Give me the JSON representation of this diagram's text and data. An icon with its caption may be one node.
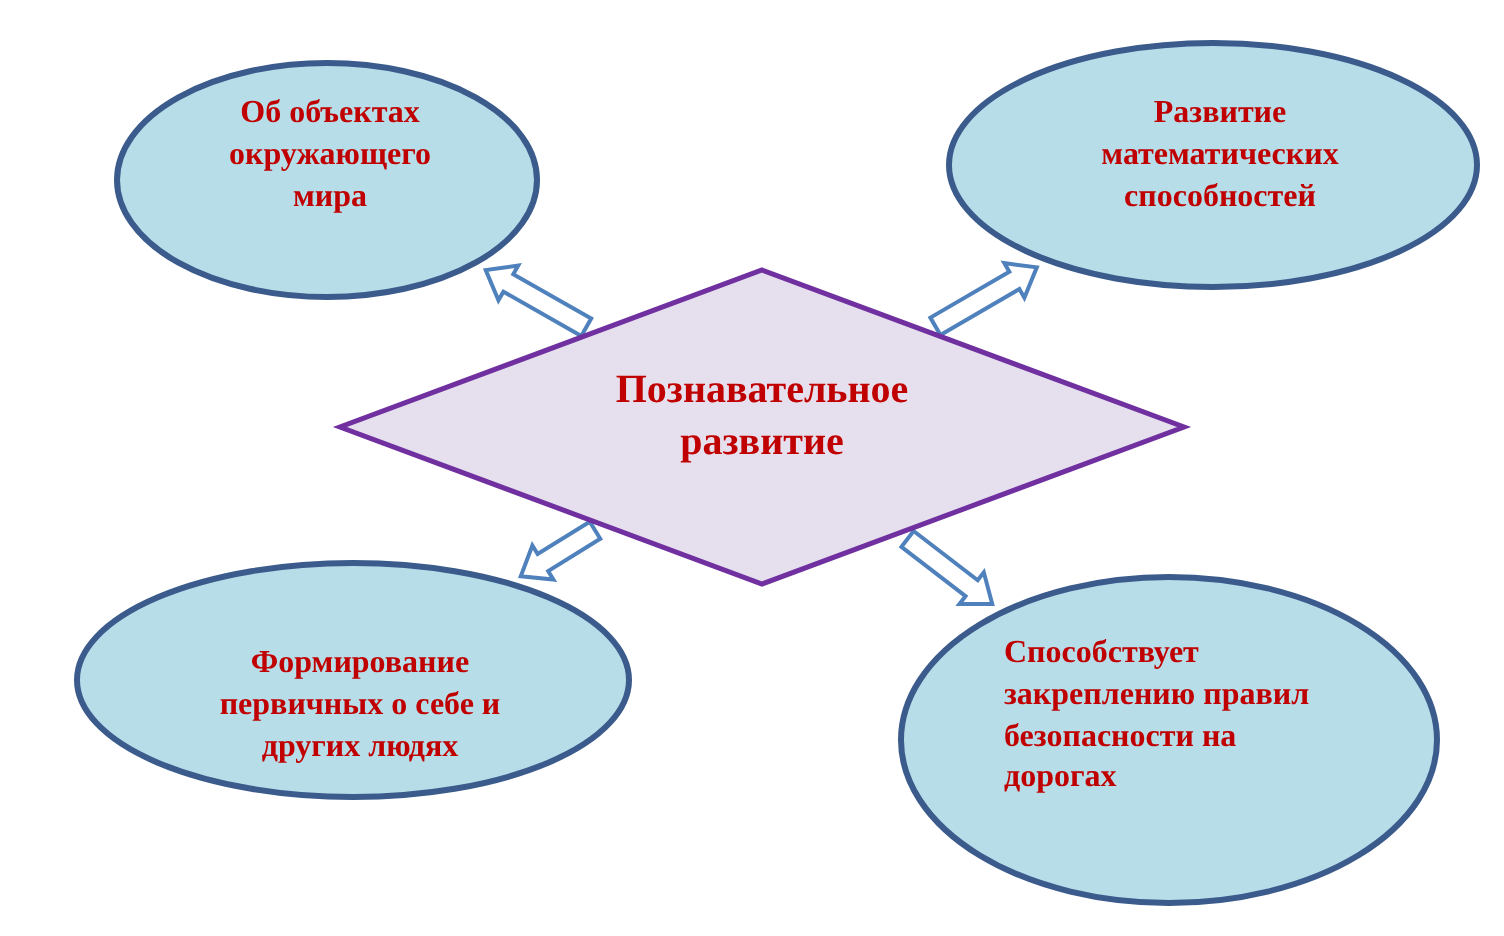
{
  "diagram": {
    "nodes": [
      {
        "text": [
          "Познавательное развитие"
        ]
      },
      {
        "text": [
          "Об объектах окружающего мира"
        ]
      },
      {
        "text": [
          "Развитие математических способностей"
        ]
      },
      {
        "text": [
          "Формирование первичных о себе и других людях"
        ]
      },
      {
        "text": [
          "Способствует закреплению правил безопасности на дорогах"
        ]
      }
    ],
    "edges": [
      {
        "from": 0,
        "to": 1,
        "arrow": "to"
      },
      {
        "from": 0,
        "to": 2,
        "arrow": "to"
      },
      {
        "from": 0,
        "to": 3,
        "arrow": "to"
      },
      {
        "from": 0,
        "to": 4,
        "arrow": "to"
      }
    ]
  }
}
